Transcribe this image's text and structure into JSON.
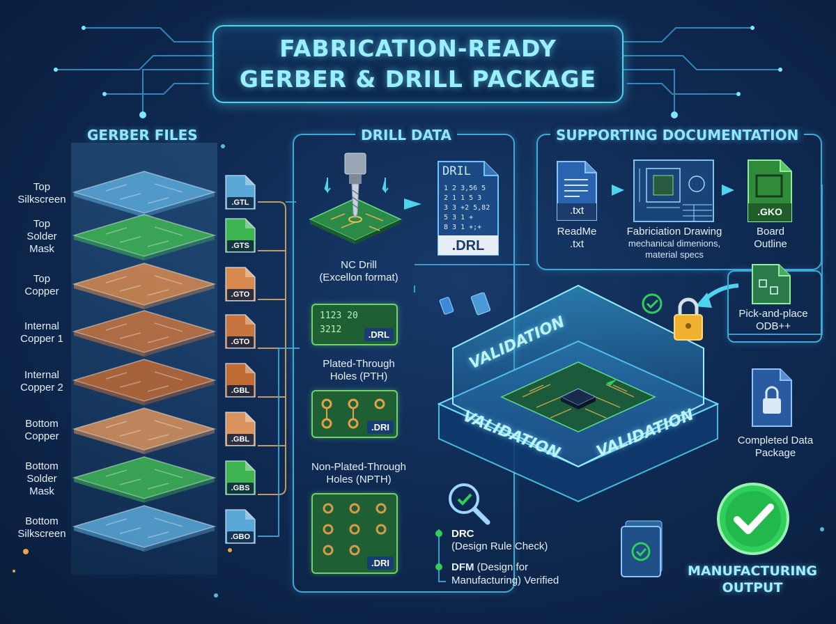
{
  "title": {
    "line1": "FABRICATION-READY",
    "line2": "GERBER & DRILL PACKAGE"
  },
  "gerber": {
    "heading": "GERBER FILES",
    "layers": [
      {
        "label": "Top\nSilkscreen",
        "ext": ".GTL",
        "color": "#5aa8d8"
      },
      {
        "label": "Top\nSolder\nMask",
        "ext": ".GTS",
        "color": "#3fb552"
      },
      {
        "label": "Top\nCopper",
        "ext": ".GTO",
        "color": "#d88a4e"
      },
      {
        "label": "Internal\nCopper 1",
        "ext": ".GTO",
        "color": "#c8743e"
      },
      {
        "label": "Internal\nCopper 2",
        "ext": ".GBL",
        "color": "#c06a34"
      },
      {
        "label": "Bottom\nCopper",
        "ext": ".GBL",
        "color": "#d9935c"
      },
      {
        "label": "Bottom\nSolder\nMask",
        "ext": ".GBS",
        "color": "#3fb552"
      },
      {
        "label": "Bottom\nSilkscreen",
        "ext": ".GBO",
        "color": "#5aa8d8"
      }
    ]
  },
  "drill": {
    "heading": "DRILL DATA",
    "doc": {
      "header": "DRIL",
      "lines": [
        "1 2 3,56 5",
        "2 1 1 5 3",
        "3 3 +2 5,82",
        "5 3 1 +",
        "8 3 1 +;+"
      ],
      "ext": ".DRL"
    },
    "nc": {
      "label": "NC Drill\n(Excellon format)",
      "lines": [
        "1123 20",
        "3212"
      ],
      "ext": ".DRL"
    },
    "pth": {
      "label": "Plated-Through\nHoles (PTH)",
      "ext": ".DRI"
    },
    "npth": {
      "label": "Non-Plated-Through\nHoles (NPTH)",
      "ext": ".DRI"
    }
  },
  "support": {
    "heading": "SUPPORTING DOCUMENTATION",
    "readme": {
      "ext": ".txt",
      "label": "ReadMe\n.txt"
    },
    "fab": {
      "title": "Fabriciation Drawing",
      "sub": "mechanical dimenions,\nmaterial specs"
    },
    "outline": {
      "ext": ".GKO",
      "label": "Board\nOutline"
    },
    "pnp": {
      "label": "Pick-and-place\nODB++"
    }
  },
  "validation": {
    "word": "VALIDATION"
  },
  "checks": {
    "drc_title": "DRC",
    "drc_sub": "(Design Rule Check)",
    "dfm_title": "DFM",
    "dfm_sub": " (Design for\nManufacturing) Verified"
  },
  "output": {
    "package": "Completed Data\nPackage",
    "label": "MANUFACTURING\nOUTPUT"
  },
  "colors": {
    "accent": "#4fd4f0",
    "copper": "#d88a4e",
    "mask": "#3fb552",
    "check": "#2fcf5a"
  }
}
